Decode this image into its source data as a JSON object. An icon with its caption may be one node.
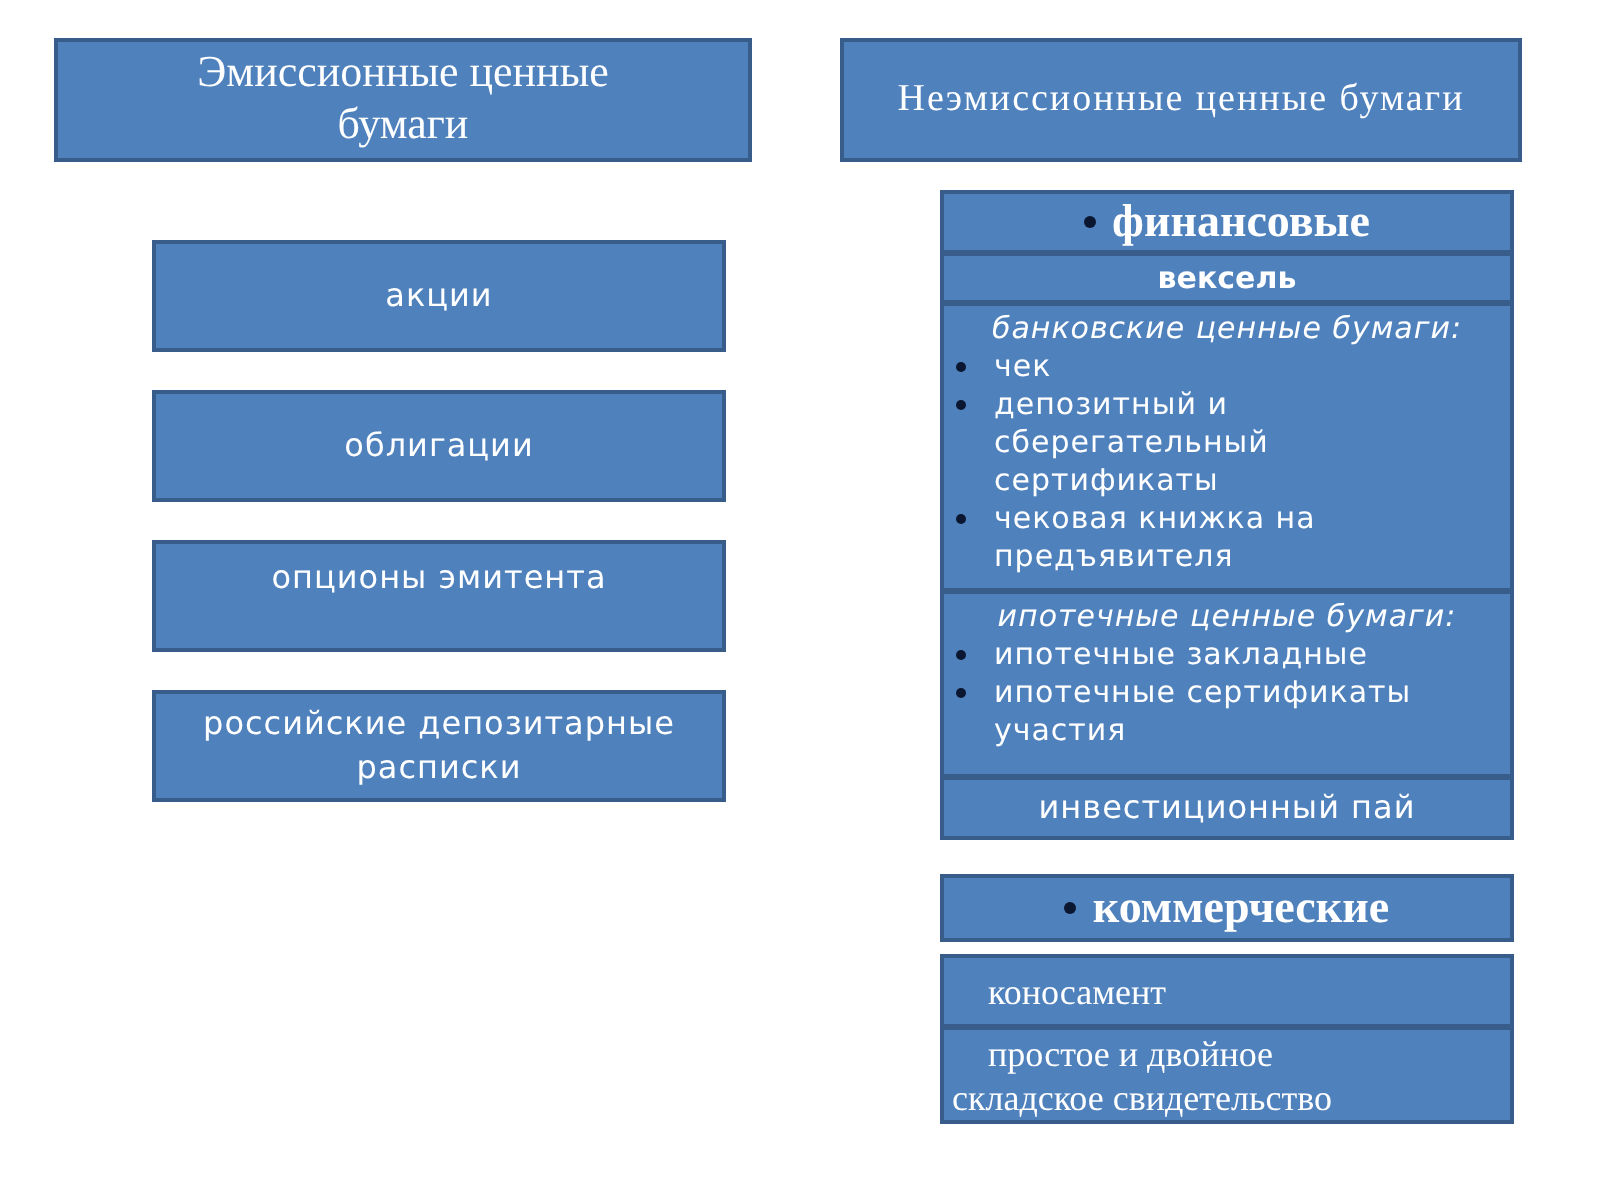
{
  "diagram": {
    "nodes": [
      {
        "text": [
          "Эмиссионные ценные бумаги"
        ]
      },
      {
        "text": [
          "Неэмиссионные ценные бумаги"
        ]
      },
      {
        "text": [
          "акции"
        ]
      },
      {
        "text": [
          "облигации"
        ]
      },
      {
        "text": [
          "опционы эмитента"
        ]
      },
      {
        "text": [
          "российские депозитарные расписки"
        ]
      },
      {
        "text": [
          "финансовые"
        ]
      },
      {
        "text": [
          "вексель"
        ]
      },
      {
        "text": [
          "банковские ценные бумаги:",
          "чек",
          "депозитный и сберегательный сертификаты",
          "чековая книжка на предъявителя"
        ]
      },
      {
        "text": [
          "ипотечные ценные бумаги:",
          "ипотечные закладные",
          "ипотечные сертификаты участия"
        ]
      },
      {
        "text": [
          "инвестиционный пай"
        ]
      },
      {
        "text": [
          "коммерческие"
        ]
      },
      {
        "text": [
          "коносамент"
        ]
      },
      {
        "text": [
          "простое и двойное складское свидетельство"
        ]
      }
    ]
  }
}
